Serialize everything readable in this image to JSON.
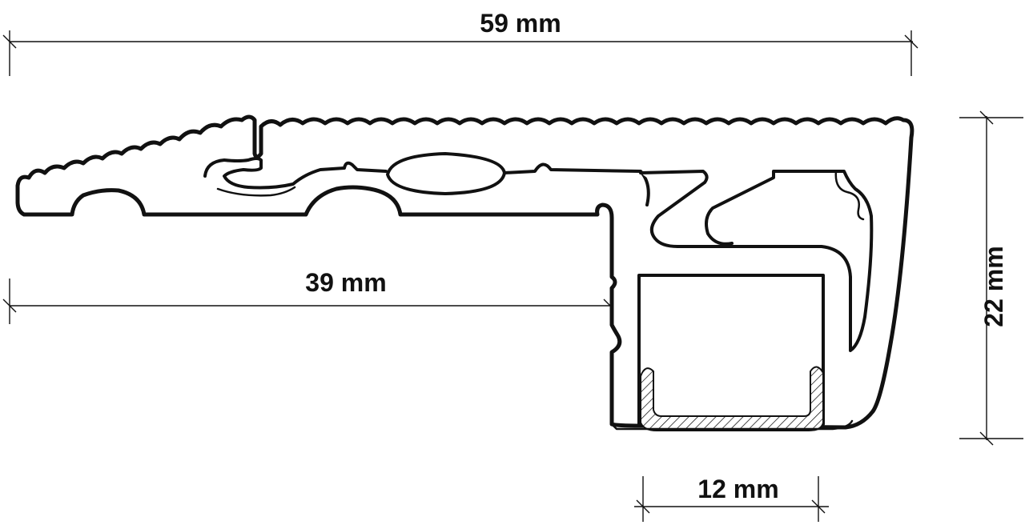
{
  "dimensions": {
    "overall_width": "59 mm",
    "tread_width": "39 mm",
    "height": "22 mm",
    "channel_width": "12 mm"
  },
  "colors": {
    "line": "#111111",
    "background": "#ffffff"
  }
}
